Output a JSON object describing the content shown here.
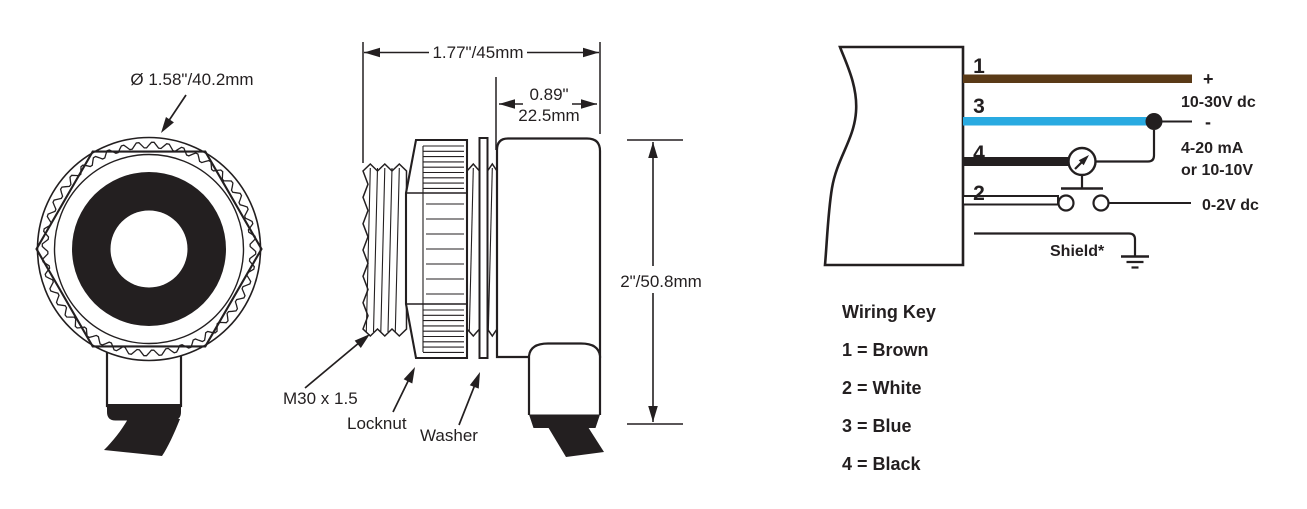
{
  "front_view": {
    "diameter_label": "Ø 1.58\"/40.2mm"
  },
  "side_view": {
    "overall_length_label": "1.77\"/45mm",
    "body_length_label_inches": "0.89\"",
    "body_length_label_mm": "22.5mm",
    "body_height_label": "2\"/50.8mm",
    "thread_label": "M30 x 1.5",
    "locknut_label": "Locknut",
    "washer_label": "Washer"
  },
  "wiring_diagram": {
    "wires": [
      {
        "number": "1",
        "color_name": "Brown",
        "color": "#5a3a17"
      },
      {
        "number": "3",
        "color_name": "Blue",
        "color": "#29aae1"
      },
      {
        "number": "4",
        "color_name": "Black",
        "color": "#231f20"
      },
      {
        "number": "2",
        "color_name": "White",
        "color": "#ffffff"
      }
    ],
    "labels": {
      "positive": "+",
      "supply_voltage": "10-30V dc",
      "negative": "-",
      "current_output_line1": "4-20 mA",
      "current_output_line2": "or 10-10V",
      "voltage_output": "0-2V dc",
      "shield": "Shield*"
    }
  },
  "wiring_key": {
    "title": "Wiring Key",
    "entries": [
      "1 = Brown",
      "2 = White",
      "3 = Blue",
      "4 = Black"
    ]
  }
}
